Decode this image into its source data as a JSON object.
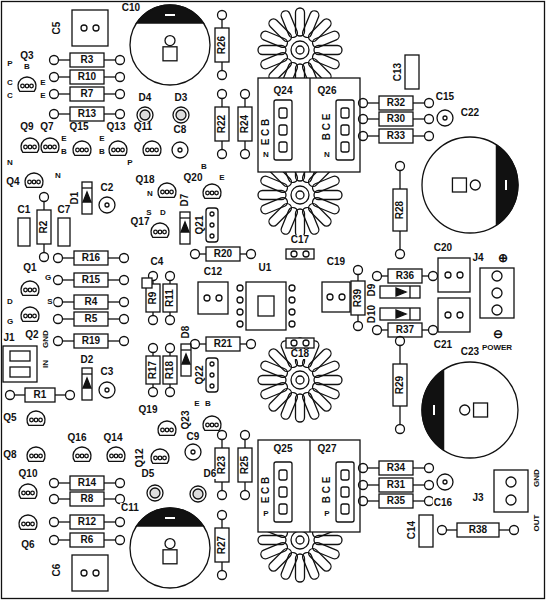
{
  "diagram": {
    "labels": [
      "C5",
      "C10",
      "R26",
      "Q3",
      "P",
      "B",
      "C",
      "E",
      "C",
      "E",
      "R3",
      "R10",
      "R7",
      "R13",
      "D4",
      "D3",
      "Q24",
      "Q26",
      "E C B",
      "B C E",
      "N",
      "N",
      "C13",
      "R32",
      "R30",
      "R33",
      "C15",
      "C22",
      "C8",
      "R22",
      "R24",
      "Q9",
      "Q7",
      "Q15",
      "Q13",
      "Q11",
      "E",
      "B",
      "E",
      "B",
      "P",
      "N",
      "Q4",
      "N",
      "C2",
      "D1",
      "Q18",
      "Q20",
      "B",
      "E",
      "N",
      "S",
      "D",
      "Q17",
      "Q21",
      "D7",
      "C1",
      "C7",
      "R2",
      "R28",
      "C17",
      "R20",
      "C20",
      "J4",
      "⊕",
      "R16",
      "Q1",
      "G",
      "R15",
      "C4",
      "C12",
      "U1",
      "C19",
      "R36",
      "R4",
      "D",
      "S",
      "R9",
      "R11",
      "R39",
      "D9",
      "D10",
      "R5",
      "G",
      "R37",
      "C21",
      "⊖",
      "POWER",
      "D8",
      "R21",
      "C18",
      "R19",
      "Q2",
      "J1",
      "GND",
      "IN",
      "D2",
      "C3",
      "R17",
      "R18",
      "Q22",
      "R29",
      "C23",
      "R1",
      "Q5",
      "Q19",
      "Q23",
      "E",
      "B",
      "C9",
      "Q16",
      "Q14",
      "Q12",
      "Q8",
      "Q25",
      "Q27",
      "E C B",
      "B C E",
      "P",
      "P",
      "R34",
      "R31",
      "R35",
      "C16",
      "J3",
      "GND",
      "OUT",
      "D5",
      "D6",
      "R14",
      "R8",
      "R23",
      "R25",
      "Q10",
      "C11",
      "R12",
      "R6",
      "Q6",
      "C14",
      "R38",
      "R27",
      "C6"
    ]
  }
}
